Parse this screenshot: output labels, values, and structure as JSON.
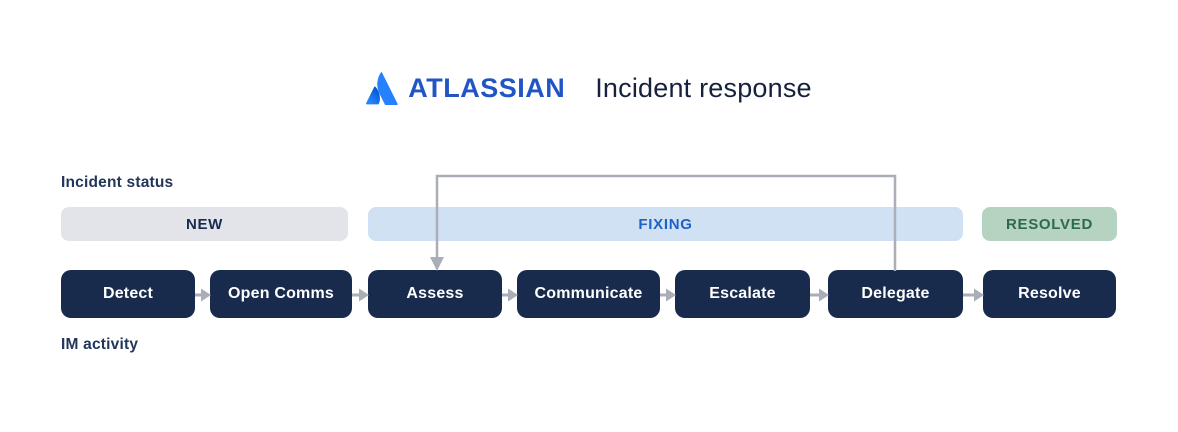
{
  "header": {
    "logo_icon": "atlassian-logo",
    "brand": "ATLASSIAN",
    "title": "Incident response",
    "brand_color": "#2155c6",
    "title_color": "#16213c"
  },
  "labels": {
    "status_row": "Incident status",
    "activity_row": "IM activity"
  },
  "statuses": [
    {
      "label": "NEW",
      "bg": "#e2e4e9",
      "color": "#172b4d"
    },
    {
      "label": "FIXING",
      "bg": "#d0e1f4",
      "color": "#1f62c5"
    },
    {
      "label": "RESOLVED",
      "bg": "#b6d2c0",
      "color": "#2d6a4e"
    }
  ],
  "flow": {
    "steps": [
      "Detect",
      "Open Comms",
      "Assess",
      "Communicate",
      "Escalate",
      "Delegate",
      "Resolve"
    ],
    "box_bg": "#182b4d",
    "box_text_color": "#ffffff",
    "connector_color": "#a9aeb7",
    "loop": {
      "from": "Delegate",
      "to": "Assess"
    }
  }
}
